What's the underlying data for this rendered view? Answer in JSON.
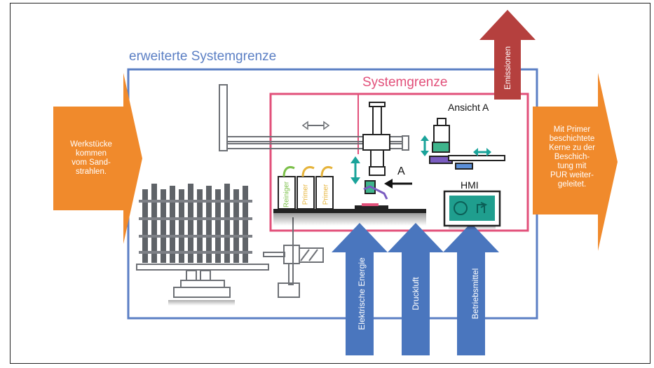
{
  "outer_boundary_label": "erweiterte Systemgrenze",
  "inner_boundary_label": "Systemgrenze",
  "input_arrow_text": "Werkstücke kommen vom Sand-strahlen.",
  "input_arrow_lines": [
    "Werkstücke",
    "kommen",
    "vom Sand-",
    "strahlen."
  ],
  "output_arrow_lines": [
    "Mit Primer",
    "beschichtete",
    "Kerne zu der",
    "Beschich-",
    "tung mit",
    "PUR weiter-",
    "geleitet."
  ],
  "emission_label": "Emissionen",
  "inputs": {
    "energy": "Elektrische Energie",
    "air": "Druckluft",
    "supplies": "Betriebsmittel"
  },
  "tanks": [
    "Reiniger",
    "Primer",
    "Primer"
  ],
  "view_label": "Ansicht A",
  "view_marker": "A",
  "hmi_label": "HMI",
  "colors": {
    "outer_boundary": "#5b7fc4",
    "inner_boundary": "#e2507a",
    "orange_arrow": "#f08a2c",
    "blue_arrow": "#4a76be",
    "red_arrow": "#b5403e",
    "machine_gray": "#6d7075",
    "teal": "#1aa39a"
  }
}
